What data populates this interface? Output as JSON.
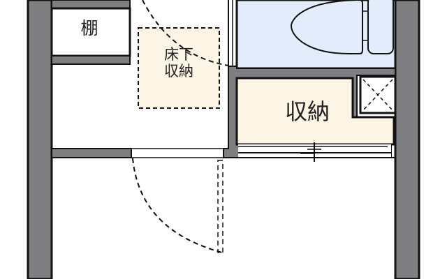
{
  "floor_plan": {
    "rooms": {
      "shelf": {
        "label": "棚"
      },
      "underfloor_storage": {
        "label": "床下\n収納"
      },
      "storage": {
        "label": "収納"
      },
      "toilet": {
        "label": ""
      }
    },
    "colors": {
      "wall": "#7f7f82",
      "wall_outline": "#111111",
      "toilet_floor": "#e3ecfb",
      "storage_floor": "#fdf5e6",
      "background": "#ffffff"
    },
    "fixtures": [
      "toilet",
      "floor-drain-box",
      "swing-door",
      "sliding-door-rail"
    ]
  }
}
